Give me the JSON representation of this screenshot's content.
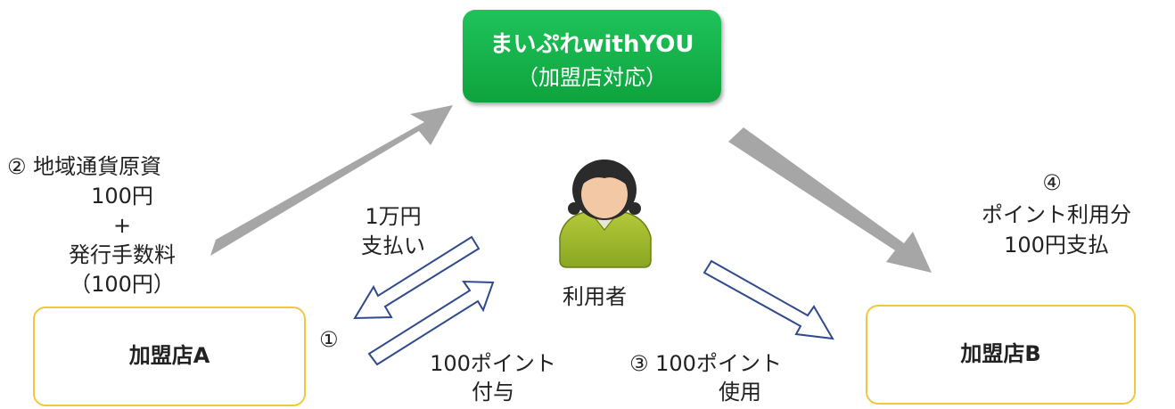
{
  "nodes": {
    "service": {
      "title": "まいぷれwithYOU",
      "subtitle": "（加盟店対応）",
      "color": "#15b24a"
    },
    "store_a": {
      "label": "加盟店A"
    },
    "store_b": {
      "label": "加盟店B"
    },
    "user": {
      "label": "利用者"
    }
  },
  "steps": {
    "step1_num": "①",
    "step1_pay": [
      "1万円",
      "支払い"
    ],
    "step1_grant": [
      "100ポイント",
      "付与"
    ],
    "step2": [
      "②  地域通貨原資",
      "100円",
      "+",
      "発行手数料",
      "（100円）"
    ],
    "step3": [
      "③ 100ポイント",
      "使用"
    ],
    "step4": [
      "④",
      "ポイント利用分",
      "100円支払"
    ]
  },
  "colors": {
    "store_border": "#f2c73c",
    "gray_arrow": "#a6a6a6",
    "outline_arrow": "#2f4b8c"
  }
}
